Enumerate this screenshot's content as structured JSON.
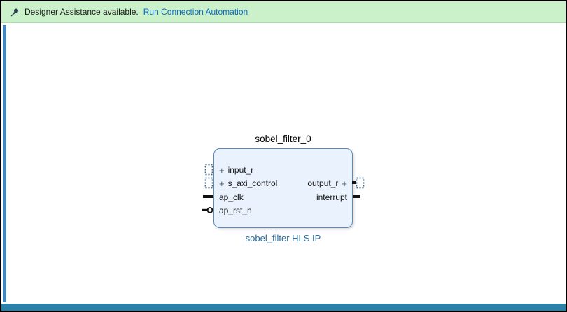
{
  "banner": {
    "message": "Designer Assistance available.",
    "link_label": "Run Connection Automation"
  },
  "diagram": {
    "block": {
      "title": "sobel_filter_0",
      "subtitle": "sobel_filter HLS IP",
      "left_ports": [
        {
          "label": "input_r",
          "expand": "+",
          "kind": "interface"
        },
        {
          "label": "s_axi_control",
          "expand": "+",
          "kind": "interface"
        },
        {
          "label": "ap_clk",
          "expand": "",
          "kind": "clock"
        },
        {
          "label": "ap_rst_n",
          "expand": "",
          "kind": "reset"
        }
      ],
      "right_ports": [
        {
          "label": "output_r",
          "expand": "+",
          "kind": "interface"
        },
        {
          "label": "interrupt",
          "expand": "",
          "kind": "signal"
        }
      ]
    }
  },
  "icons": {
    "banner_icon": "pushpin-icon",
    "interface_pin": "dashed-interface-pin-icon",
    "expand_glyph": "+"
  },
  "colors": {
    "banner_bg": "#cbf1cb",
    "link": "#0a6cc8",
    "block_fill": "#e9f2fd",
    "block_border": "#5b8ab8",
    "subtitle_text": "#2a6b9b",
    "left_scroll_accent": "#4486bd",
    "bottom_scroll_accent": "#2a80a6"
  }
}
